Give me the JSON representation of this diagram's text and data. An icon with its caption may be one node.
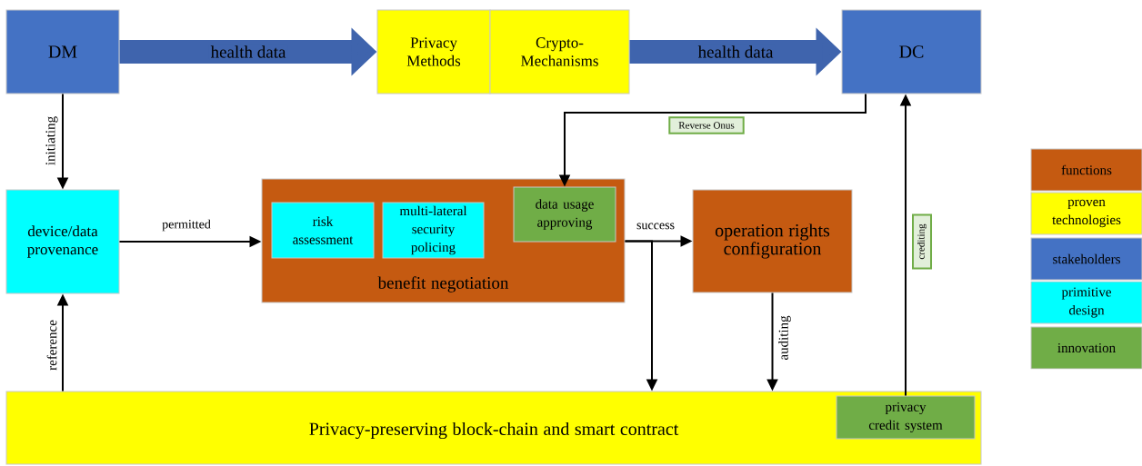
{
  "diagram": {
    "nodes": [
      {
        "text": [
          "DM"
        ]
      },
      {
        "text": [
          "Privacy Methods"
        ]
      },
      {
        "text": [
          "Crypto-Mechanisms"
        ]
      },
      {
        "text": [
          "DC"
        ]
      },
      {
        "text": [
          "device/data provenance"
        ]
      },
      {
        "text": [
          "benefit negotiation"
        ]
      },
      {
        "text": [
          "risk assessment"
        ],
        "in": 5
      },
      {
        "text": [
          "multi-lateral security policing"
        ],
        "in": 5
      },
      {
        "text": [
          "data usage approving"
        ],
        "in": 5
      },
      {
        "text": [
          "operation rights configuration"
        ]
      },
      {
        "text": [
          "Privacy-preserving block-chain and smart contract"
        ]
      },
      {
        "text": [
          "privacy credit system"
        ],
        "in": 10
      }
    ],
    "edges": [
      {
        "from": 0,
        "to": 1,
        "arrow": "to",
        "label": "health data",
        "style": "thick",
        "color": "#3f64ad"
      },
      {
        "from": 2,
        "to": 3,
        "arrow": "to",
        "label": "health data",
        "style": "thick",
        "color": "#3f64ad"
      },
      {
        "from": 0,
        "to": 4,
        "arrow": "to",
        "label": "initiating"
      },
      {
        "from": 3,
        "to": 8,
        "arrow": "to",
        "label": "Reverse Onus"
      },
      {
        "from": 4,
        "to": 5,
        "arrow": "to",
        "label": "permitted"
      },
      {
        "from": 5,
        "to": 9,
        "arrow": "to",
        "label": "success"
      },
      {
        "from": 5,
        "to": 10,
        "arrow": "to"
      },
      {
        "from": 9,
        "to": 10,
        "arrow": "to",
        "label": "auditing"
      },
      {
        "from": 11,
        "to": 3,
        "arrow": "to",
        "label": "crediting"
      },
      {
        "from": 10,
        "to": 4,
        "arrow": "to",
        "label": "reference"
      }
    ],
    "legend": [
      {
        "text": "functions",
        "color": "#c55a11"
      },
      {
        "text": "proven technologies",
        "color": "#ffff00"
      },
      {
        "text": "stakeholders",
        "color": "#4472c4"
      },
      {
        "text": "primitive design",
        "color": "#00ffff"
      },
      {
        "text": "innovation",
        "color": "#70ad47"
      }
    ]
  }
}
